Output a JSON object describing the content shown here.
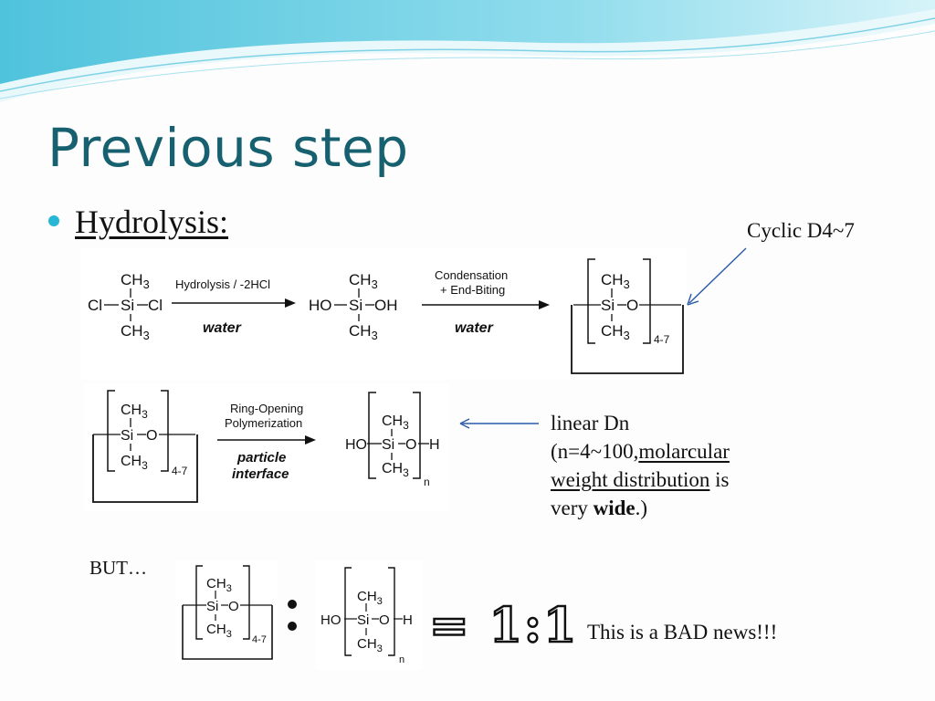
{
  "slide": {
    "title": "Previous step",
    "bullet_heading": "Hydrolysis:",
    "cyclic_label": "Cyclic D4~7",
    "linear_note": {
      "line1": "linear Dn",
      "line2_prefix": "(n=4~100,",
      "line2_underlined": "molarcular",
      "line3_underlined": "weight distribution",
      "line3_suffix": " is",
      "line4_prefix": "very ",
      "line4_bold": "wide",
      "line4_suffix": ".)"
    },
    "but_label": "BUT…",
    "colon": ":",
    "ratio": "= 1:1",
    "bad_news": "This is a BAD news!!!"
  },
  "reaction1": {
    "dichlorosilane": {
      "cl_left": "Cl",
      "si": "Si",
      "cl_right": "Cl",
      "ch3_top": "CH3",
      "ch3_bottom": "CH3"
    },
    "arrow1_above": "Hydrolysis / -2HCl",
    "arrow1_below": "water",
    "silanediol": {
      "ho": "HO",
      "si": "Si",
      "oh": "OH",
      "ch3_top": "CH3",
      "ch3_bottom": "CH3"
    },
    "arrow2_above_1": "Condensation",
    "arrow2_above_2": "+ End-Biting",
    "arrow2_below": "water",
    "cyclic": {
      "si": "Si",
      "o": "O",
      "ch3_top": "CH3",
      "ch3_bottom": "CH3",
      "subscript": "4-7"
    }
  },
  "reaction2": {
    "cyclic": {
      "si": "Si",
      "o": "O",
      "ch3_top": "CH3",
      "ch3_bottom": "CH3",
      "subscript": "4-7"
    },
    "arrow_above_1": "Ring-Opening",
    "arrow_above_2": "Polymerization",
    "arrow_below_1": "particle",
    "arrow_below_2": "interface",
    "linear": {
      "ho": "HO",
      "si": "Si",
      "o": "O",
      "h": "H",
      "ch3_top": "CH3",
      "ch3_bottom": "CH3",
      "subscript": "n"
    }
  },
  "comparison": {
    "cyclic": {
      "si": "Si",
      "o": "O",
      "ch3_top": "CH3",
      "ch3_bottom": "CH3",
      "subscript": "4-7"
    },
    "linear": {
      "ho": "HO",
      "si": "Si",
      "o": "O",
      "h": "H",
      "ch3_top": "CH3",
      "ch3_bottom": "CH3",
      "subscript": "n"
    }
  },
  "theme": {
    "title_color": "#17606f",
    "bullet_color": "#27b7d4",
    "wave_light": "#bfe9f2",
    "wave_dark": "#4fc3dc",
    "arrow_color": "#2a5aa8"
  }
}
